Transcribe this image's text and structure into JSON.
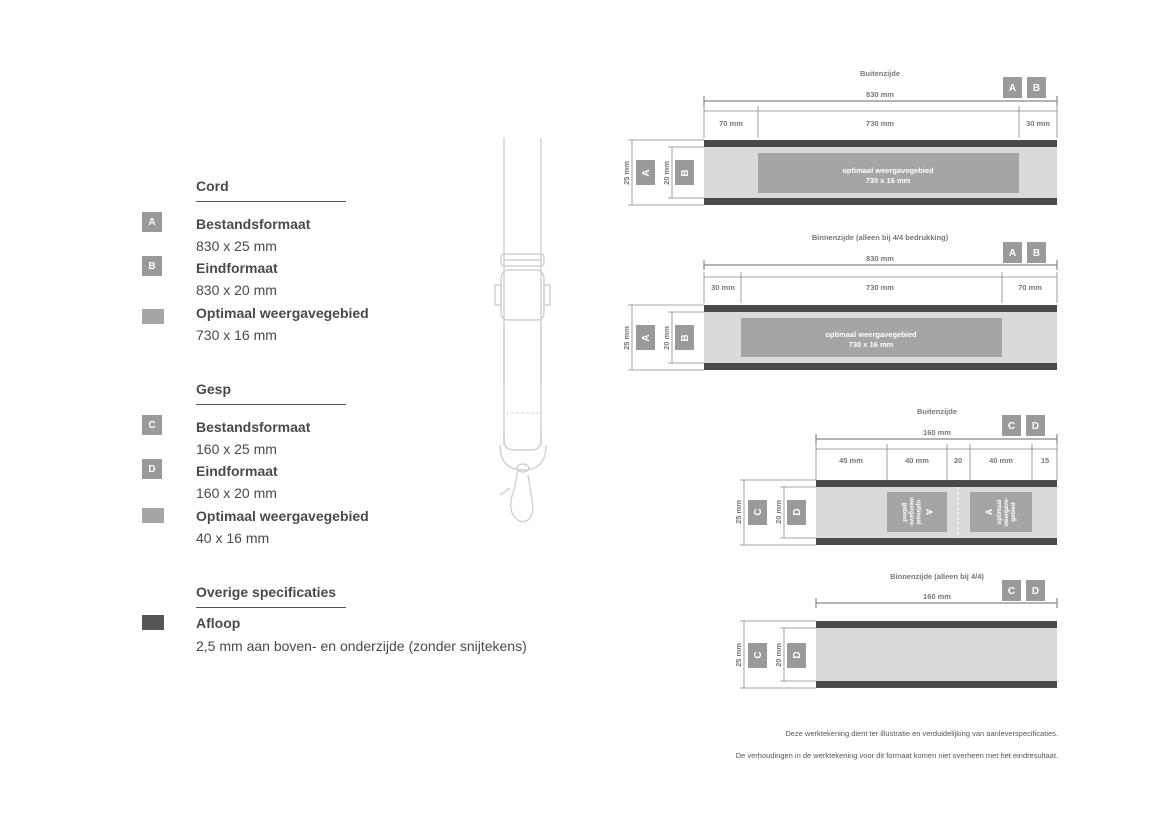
{
  "legend": {
    "cord": {
      "title": "Cord",
      "items": [
        {
          "badge": "A",
          "label": "Bestandsformaat",
          "value": "830 x 25 mm"
        },
        {
          "badge": "B",
          "label": "Eindformaat",
          "value": "830 x 20 mm"
        },
        {
          "badge": "",
          "label": "Optimaal weergavegebied",
          "value": "730 x 16 mm"
        }
      ]
    },
    "gesp": {
      "title": "Gesp",
      "items": [
        {
          "badge": "C",
          "label": "Bestandsformaat",
          "value": "160 x 25 mm"
        },
        {
          "badge": "D",
          "label": "Eindformaat",
          "value": "160 x 20 mm"
        },
        {
          "badge": "",
          "label": "Optimaal weergavegebied",
          "value": "40 x 16 mm"
        }
      ]
    },
    "overige": {
      "title": "Overige specificaties",
      "items": [
        {
          "badge": "",
          "label": "Afloop",
          "value": "2,5 mm aan boven- en onderzijde (zonder snijtekens)"
        }
      ]
    }
  },
  "diagrams": {
    "cord_outside": {
      "heading": "Buitenzijde",
      "total": "830 mm",
      "segments": [
        "70 mm",
        "730 mm",
        "30 mm"
      ],
      "area_line1": "optimaal weergavegebied",
      "area_line2": "730 x 16 mm",
      "badges": [
        "A",
        "B"
      ],
      "dim_a": "25 mm",
      "dim_b": "20 mm"
    },
    "cord_inside": {
      "heading": "Binnenzijde (alleen bij 4/4 bedrukking)",
      "total": "830 mm",
      "segments": [
        "30 mm",
        "730 mm",
        "70 mm"
      ],
      "area_line1": "optimaal weergavegebied",
      "area_line2": "730 x 16 mm",
      "badges": [
        "A",
        "B"
      ],
      "dim_a": "25 mm",
      "dim_b": "20 mm"
    },
    "gesp_outside": {
      "heading": "Buitenzijde",
      "total": "160 mm",
      "segments": [
        "45 mm",
        "40 mm",
        "20",
        "40 mm",
        "15"
      ],
      "area_lines": [
        "A",
        "optimaal",
        "weergave-",
        "gebied"
      ],
      "badges": [
        "C",
        "D"
      ],
      "dim_c": "25 mm",
      "dim_d": "20 mm"
    },
    "gesp_inside": {
      "heading": "Binnenzijde (alleen bij 4/4)",
      "total": "160 mm",
      "badges": [
        "C",
        "D"
      ],
      "dim_c": "25 mm",
      "dim_d": "20 mm"
    }
  },
  "notes": {
    "line1": "Deze werktekening dient ter illustratie en verduidelijking van aanleverspecificaties.",
    "line2": "De verhoudingen in de werktekening voor dit formaat komen niet overheen met het eindresultaat."
  },
  "colors": {
    "badge": "#9a9a9a",
    "print_area": "#a5a5a5",
    "strip": "#dadada",
    "bleed": "#4a4a4a",
    "dim_line": "#888888"
  }
}
